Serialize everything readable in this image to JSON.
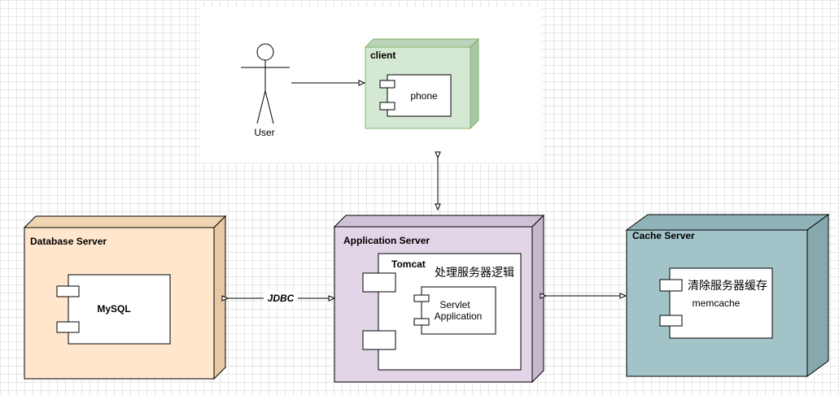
{
  "actor": {
    "label": "User"
  },
  "client": {
    "title": "client",
    "component": "phone"
  },
  "app_server": {
    "title": "Application Server",
    "tomcat": {
      "title": "Tomcat",
      "note": "处理服务器逻辑"
    },
    "servlet": {
      "line1": "Servlet",
      "line2": "Application"
    }
  },
  "db_server": {
    "title": "Database Server",
    "component": "MySQL"
  },
  "cache_server": {
    "title": "Cache Server",
    "note": "清除服务器缓存",
    "component": "memcache"
  },
  "connectors": {
    "jdbc": "JDBC"
  },
  "colors": {
    "client_fill": "#d5e8d4",
    "app_fill": "#e1d5e7",
    "db_fill": "#ffe6cc",
    "cache_fill": "#a2c4c9",
    "stroke": "#000000"
  }
}
